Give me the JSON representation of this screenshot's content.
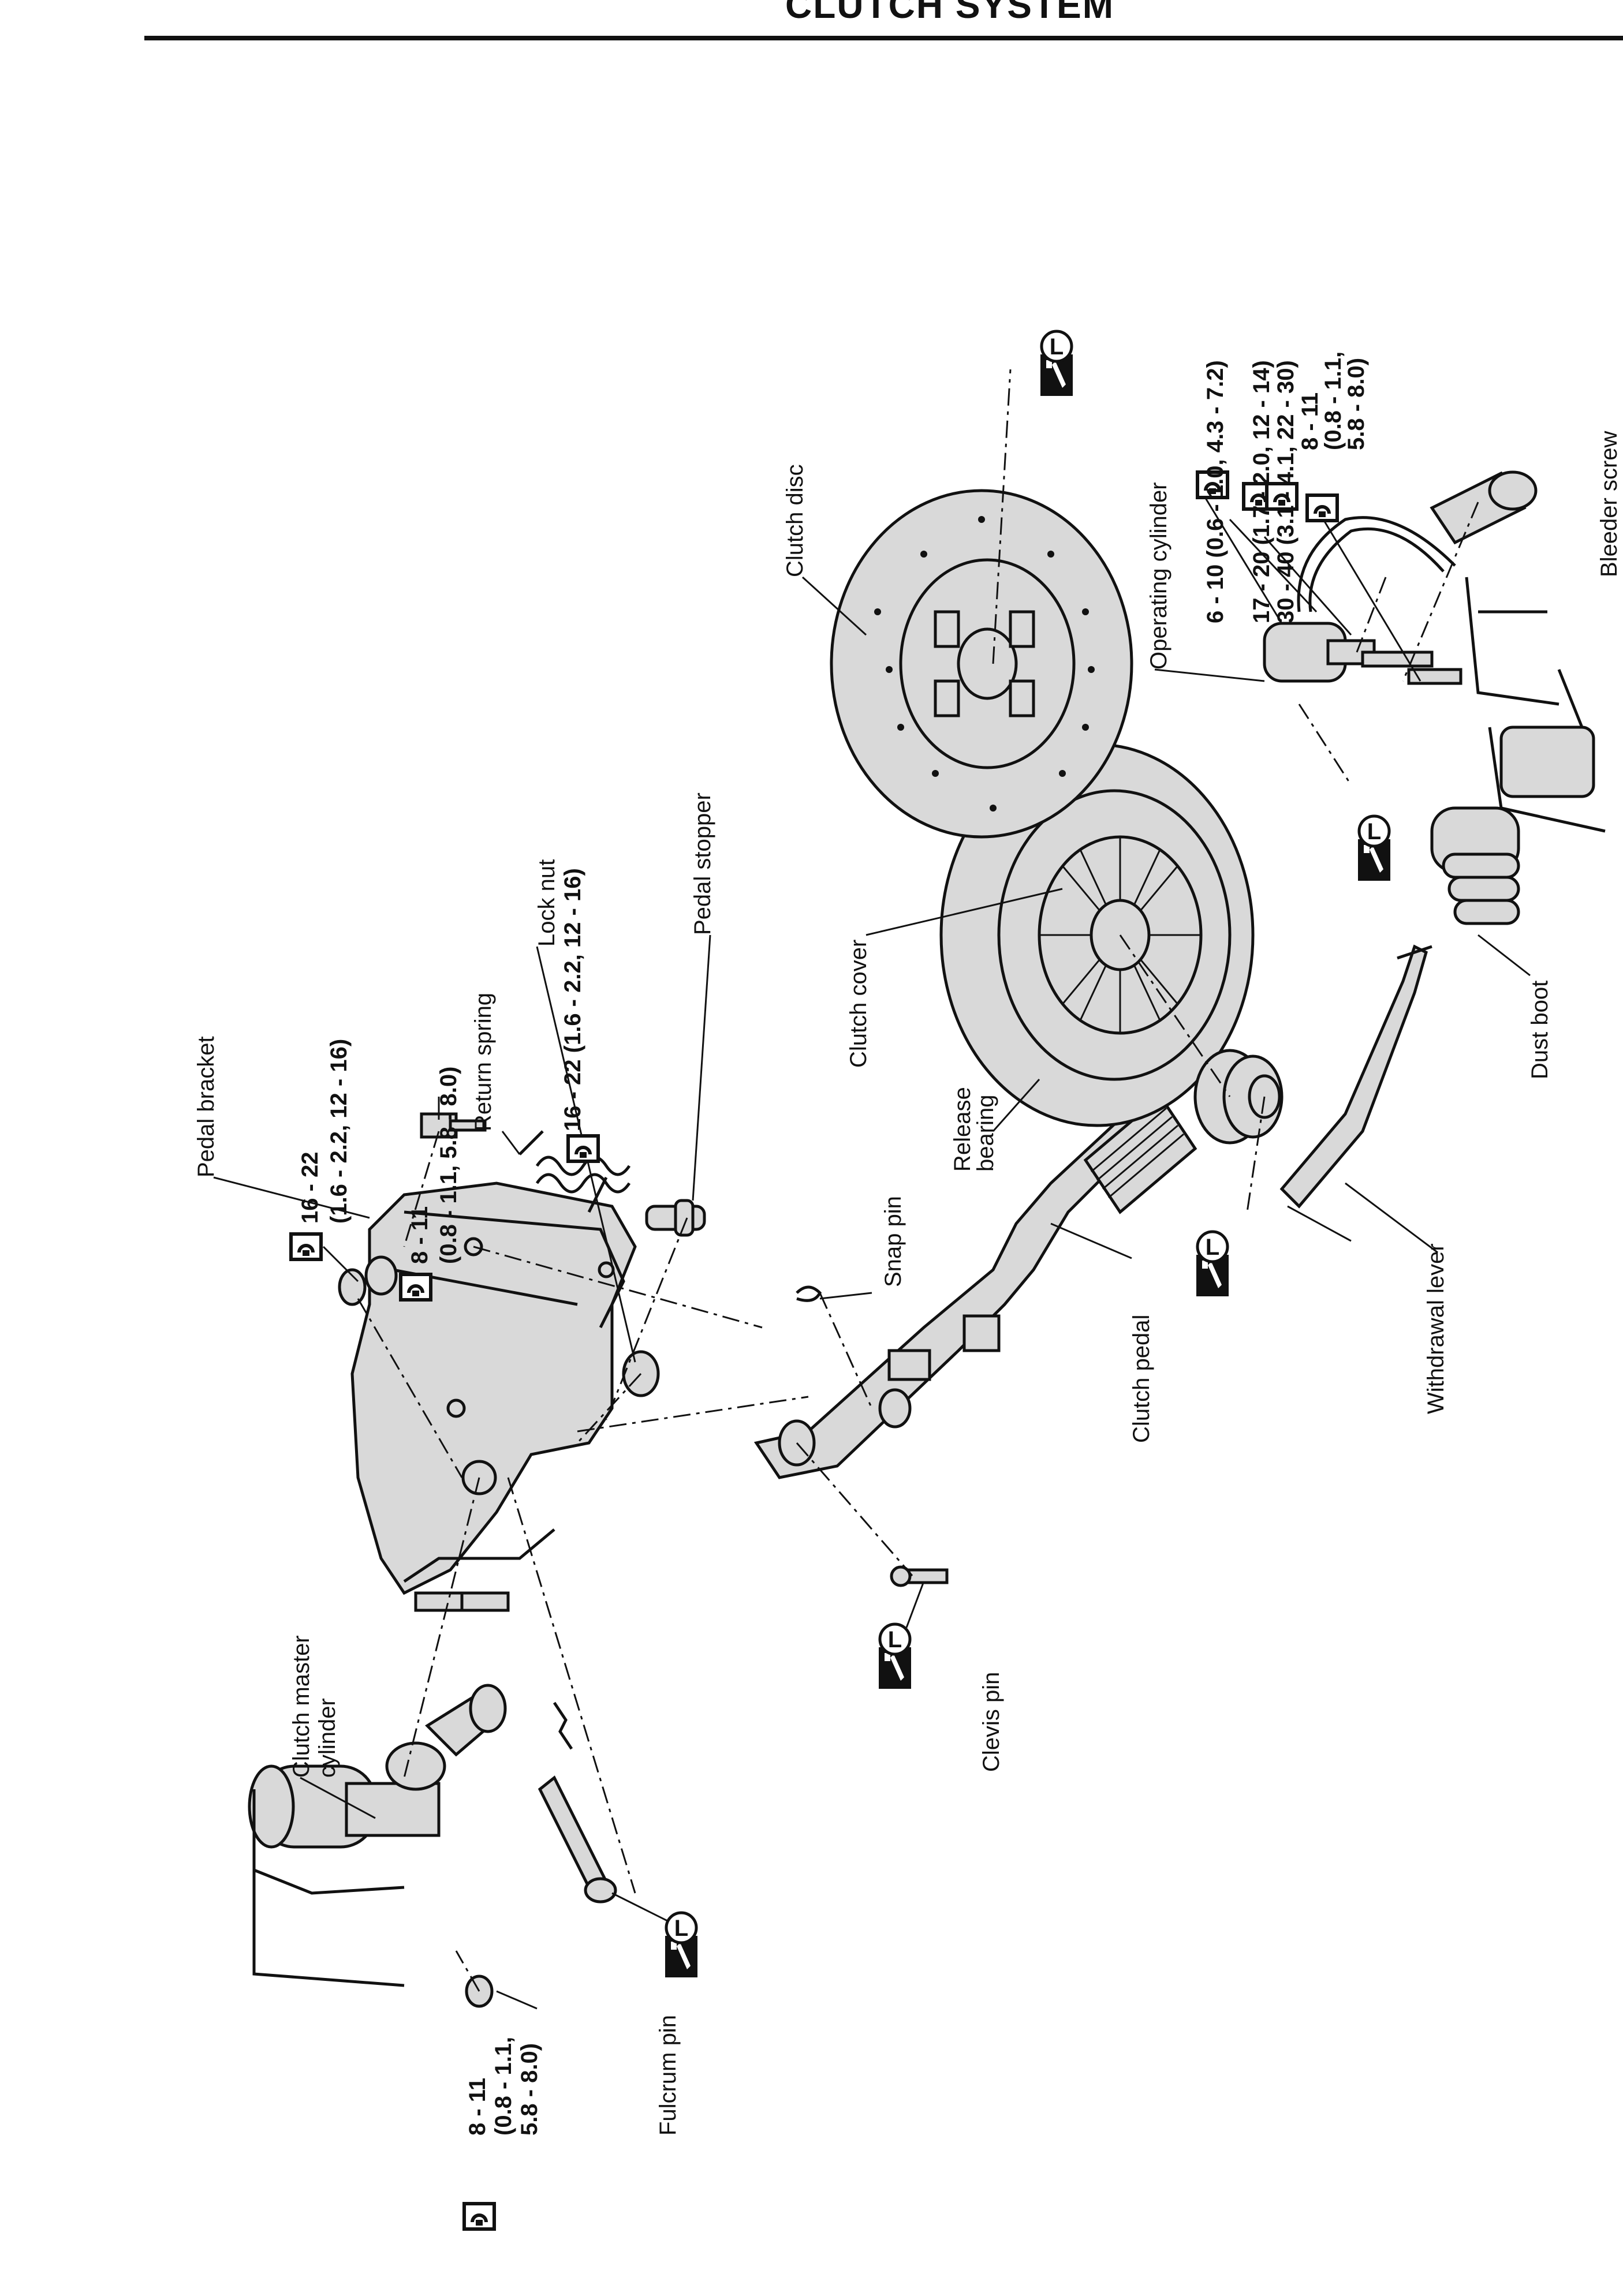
{
  "header": {
    "title": "CLUTCH SYSTEM"
  },
  "labels": {
    "pedal_bracket": "Pedal bracket",
    "return_spring": "Return spring",
    "lock_nut": "Lock nut",
    "pedal_stopper": "Pedal stopper",
    "snap_pin": "Snap pin",
    "release_bearing_1": "Release",
    "release_bearing_2": "bearing",
    "clutch_cover": "Clutch cover",
    "clutch_disc": "Clutch disc",
    "operating_cylinder": "Operating cylinder",
    "dust_boot": "Dust boot",
    "withdrawal_lever": "Withdrawal lever",
    "clutch_pedal": "Clutch pedal",
    "clevis_pin": "Clevis pin",
    "clutch_master_1": "Clutch master",
    "clutch_master_2": "cylinder",
    "fulcrum_pin": "Fulcrum pin",
    "bleeder": "Bleeder screw"
  },
  "torques": {
    "t_16_22_a1": "16 - 22",
    "t_16_22_a2": "(1.6 - 2.2, 12 - 16)",
    "t_8_11_a1": "8 - 11",
    "t_8_11_a2": "(0.8 - 1.1, 5.8 - 8.0)",
    "t_lock_nut": "16 - 22 (1.6 - 2.2, 12 - 16)",
    "t_op_6_10": "6 - 10 (0.6 - 1.0, 4.3 - 7.2)",
    "t_op_17_20": "17 - 20 (1.7 - 2.0, 12 - 14)",
    "t_op_30_40": "30 - 40 (3.1 - 4.1, 22 - 30)",
    "t_op_8_11_1": "8 - 11",
    "t_op_8_11_2": "(0.8 - 1.1,",
    "t_op_8_11_3": "5.8 - 8.0)",
    "t_mc_8_11_1": "8 - 11",
    "t_mc_8_11_2": "(0.8 - 1.1,",
    "t_mc_8_11_3": "5.8 - 8.0)"
  },
  "symbols": {
    "grease_letter": "L"
  }
}
